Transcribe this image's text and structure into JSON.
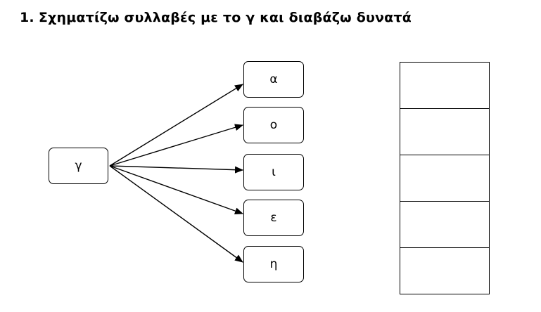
{
  "exercise": {
    "number": "1.",
    "instruction": "Σχηματίζω συλλαβές με το γ και διαβάζω δυνατά"
  },
  "source_letter": "γ",
  "vowels": [
    "α",
    "ο",
    "ι",
    "ε",
    "η"
  ],
  "colors": {
    "ink": "#000000",
    "background": "#ffffff"
  }
}
